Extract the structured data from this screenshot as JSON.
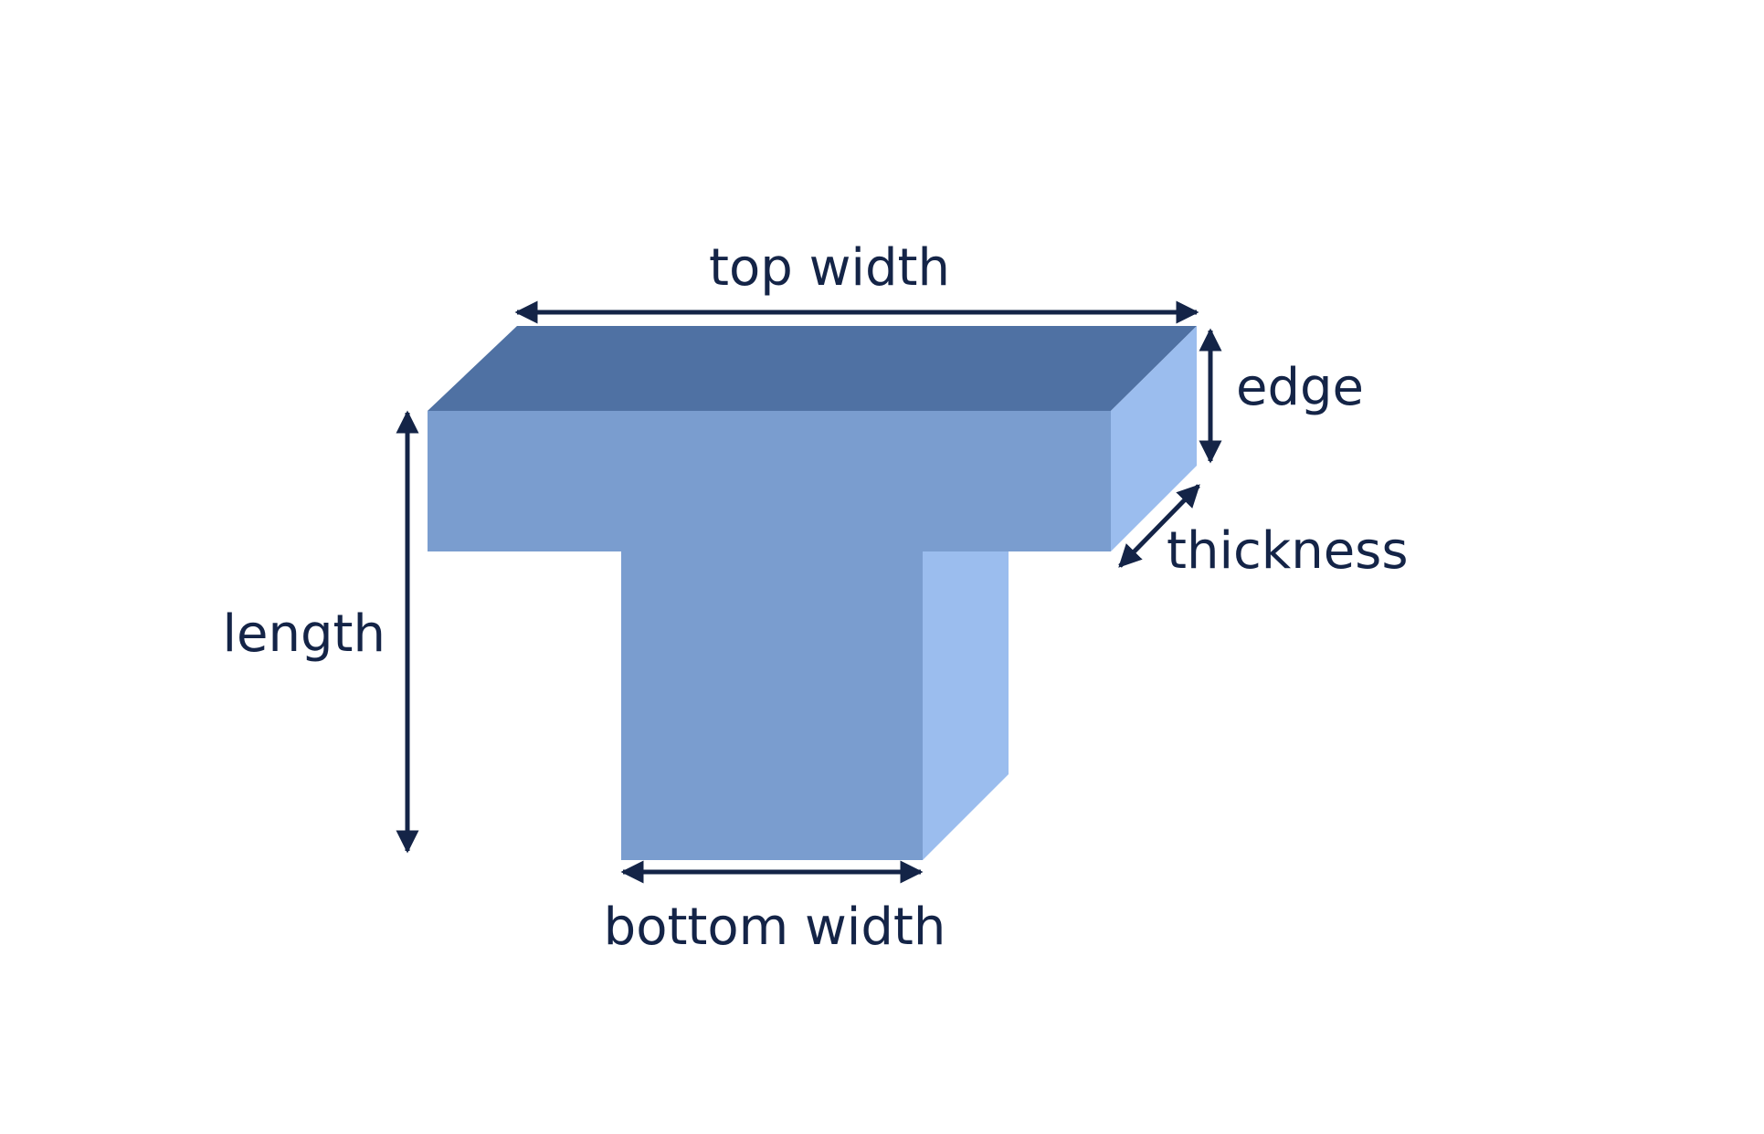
{
  "labels": {
    "top_width": "top width",
    "edge": "edge",
    "thickness": "thickness",
    "length": "length",
    "bottom_width": "bottom width"
  },
  "colors": {
    "front_face": "#7a9dcf",
    "top_face": "#4f71a3",
    "side_face": "#9bbdee",
    "annotation": "#142447",
    "background": "#ffffff"
  }
}
